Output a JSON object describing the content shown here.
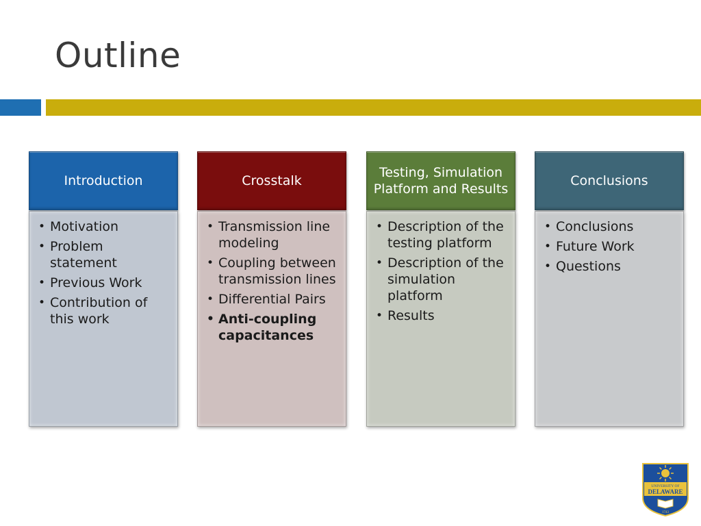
{
  "slide": {
    "title": "Outline",
    "colors": {
      "title_text": "#3a3a3a",
      "bar_blue": "#1f6fb2",
      "bar_gold": "#c9ad0c"
    }
  },
  "columns": [
    {
      "heading": "Introduction",
      "header_color": "#1c64ab",
      "body_color": "#c0c7d1",
      "items": [
        "Motivation",
        "Problem statement",
        "Previous Work",
        "Contribution of this work"
      ]
    },
    {
      "heading": "Crosstalk",
      "header_color": "#7a0d0d",
      "body_color": "#cfc0bf",
      "items": [
        "Transmission line modeling",
        "Coupling between transmission lines",
        "Differential Pairs",
        "Anti-coupling capacitances"
      ],
      "bold_item_index": 3
    },
    {
      "heading": "Testing, Simulation Platform and Results",
      "header_color": "#5b7d3a",
      "body_color": "#c6cac0",
      "items": [
        "Description of the testing platform",
        "Description of the simulation platform",
        "Results"
      ]
    },
    {
      "heading": "Conclusions",
      "header_color": "#3e6677",
      "body_color": "#c8cacc",
      "items": [
        "Conclusions",
        "Future Work",
        "Questions"
      ]
    }
  ],
  "logo": {
    "icon": "university-of-delaware-seal-icon",
    "text_line1": "UNIVERSITY OF",
    "text_line2": "DELAWARE",
    "year": "1743",
    "shield_color": "#1c4f9c",
    "gold_color": "#e9c23c"
  }
}
